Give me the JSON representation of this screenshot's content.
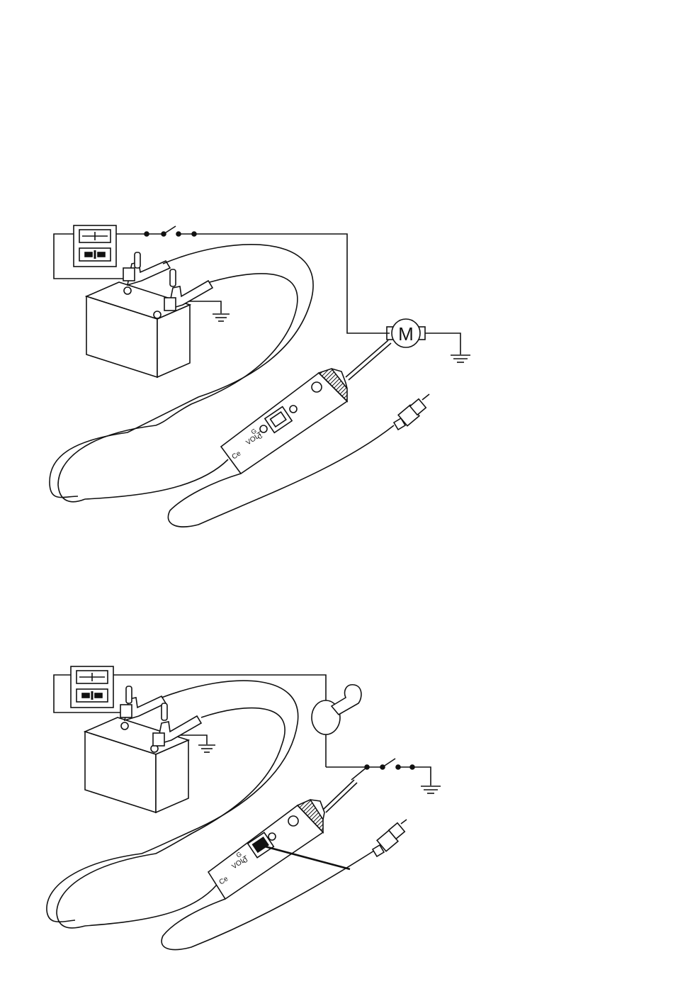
{
  "page": {
    "background": "#ffffff",
    "line_color": "#111111"
  },
  "diagram_top": {
    "motor_label": "M",
    "tester_labels": [
      "VOLT",
      "G",
      "C",
      "Ce"
    ]
  },
  "diagram_bottom": {
    "tester_labels": [
      "VOLT",
      "G",
      "C",
      "Ce"
    ]
  }
}
